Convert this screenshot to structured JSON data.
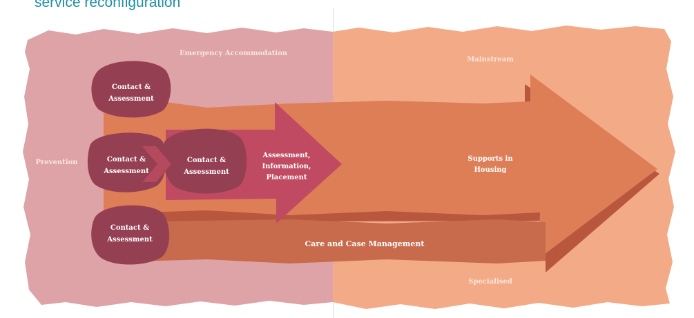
{
  "caption": "service reconfiguration",
  "zones": {
    "left_top": "Emergency Accommodation",
    "right_top": "Mainstream",
    "right_bottom": "Specialised",
    "left_side": "Prevention"
  },
  "nodes": {
    "contact_top": [
      "Contact &",
      "Assessment"
    ],
    "contact_middle": [
      "Contact &",
      "Assessment"
    ],
    "contact_bottom": [
      "Contact &",
      "Assessment"
    ],
    "contact_center": [
      "Contact &",
      "Assessment"
    ]
  },
  "arrows": {
    "assessment": [
      "Assessment,",
      "Information,",
      "Placement"
    ],
    "supports": [
      "Supports in",
      "Housing"
    ],
    "care": "Care and Case Management"
  },
  "colors": {
    "left_panel": "#dea3a7",
    "right_panel": "#f3aa86",
    "big_arrow": "#de7e57",
    "big_arrow_shadow": "#b9573e",
    "care_band": "#c86a4c",
    "assessment_arrow": "#c04a61",
    "node_dark": "#953f52",
    "caption": "#1f8fa5"
  }
}
